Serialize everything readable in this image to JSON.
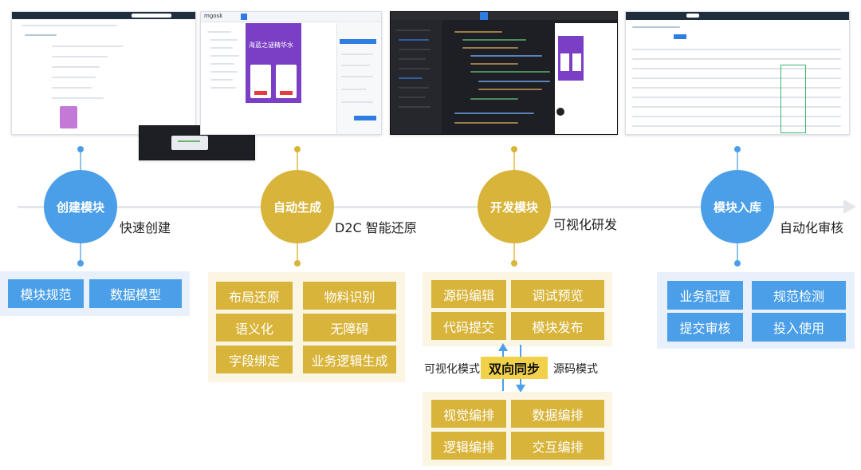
{
  "colors": {
    "blue": "#4a9fe8",
    "gold": "#d9b43a",
    "blue_panel": "#e8f1fb",
    "gold_panel": "#fbf5e3",
    "timeline": "#e3e6eb"
  },
  "stages": [
    {
      "name": "创建模块",
      "label": "快速创建",
      "tiles": [
        "模块规范",
        "数据模型"
      ]
    },
    {
      "name": "自动生成",
      "label": "D2C 智能还原",
      "tiles": [
        "布局还原",
        "物料识别",
        "语义化",
        "无障碍",
        "字段绑定",
        "业务逻辑生成"
      ]
    },
    {
      "name": "开发模块",
      "label": "可视化研发",
      "tiles": [
        "源码编辑",
        "调试预览",
        "代码提交",
        "模块发布"
      ],
      "sync": {
        "center": "双向同步",
        "left": "可视化模式",
        "right": "源码模式"
      },
      "lower_tiles": [
        "视觉编排",
        "数据编排",
        "逻辑编排",
        "交互编排"
      ]
    },
    {
      "name": "模块入库",
      "label": "自动化审核",
      "tiles": [
        "业务配置",
        "规范检测",
        "提交审核",
        "投入使用"
      ]
    }
  ],
  "screenshots": {
    "editor_logo": "mgosk",
    "poster_title": "海蓝之谜精华水"
  }
}
